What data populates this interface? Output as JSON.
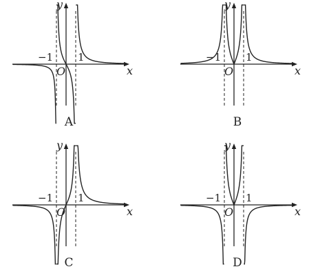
{
  "panels": [
    {
      "caption": "A",
      "x_label": "x",
      "y_label": "y",
      "origin_label": "O",
      "neg_tick": "−1",
      "pos_tick": "1",
      "variant": "A"
    },
    {
      "caption": "B",
      "x_label": "x",
      "y_label": "y",
      "origin_label": "O",
      "neg_tick": "−1",
      "pos_tick": "1",
      "variant": "B"
    },
    {
      "caption": "C",
      "x_label": "x",
      "y_label": "y",
      "origin_label": "O",
      "neg_tick": "−1",
      "pos_tick": "1",
      "variant": "C"
    },
    {
      "caption": "D",
      "x_label": "x",
      "y_label": "y",
      "origin_label": "O",
      "neg_tick": "−1",
      "pos_tick": "1",
      "variant": "D"
    }
  ]
}
